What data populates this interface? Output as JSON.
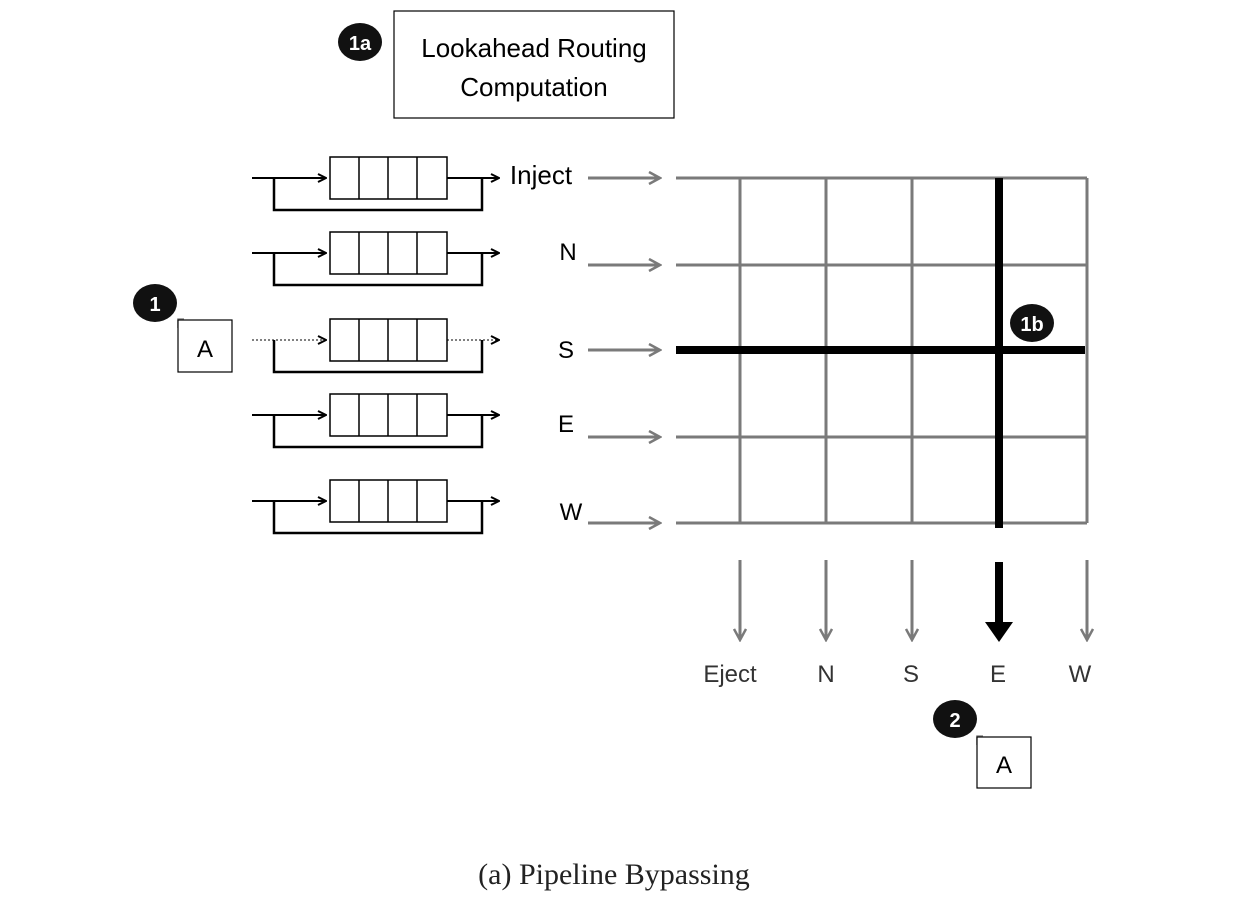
{
  "title_box": {
    "line1": "Lookahead Routing",
    "line2": "Computation"
  },
  "markers": {
    "step_1": "1",
    "step_1a": "1a",
    "step_1b": "1b",
    "step_2": "2"
  },
  "packet": {
    "input_label": "A",
    "output_label": "A"
  },
  "input_ports": [
    "Inject",
    "N",
    "S",
    "E",
    "W"
  ],
  "output_ports": [
    "Eject",
    "N",
    "S",
    "E",
    "W"
  ],
  "caption": "(a) Pipeline Bypassing",
  "colors": {
    "crossbar": "#7a7a7a",
    "highlight": "#000000",
    "marker_bg": "#111111"
  }
}
